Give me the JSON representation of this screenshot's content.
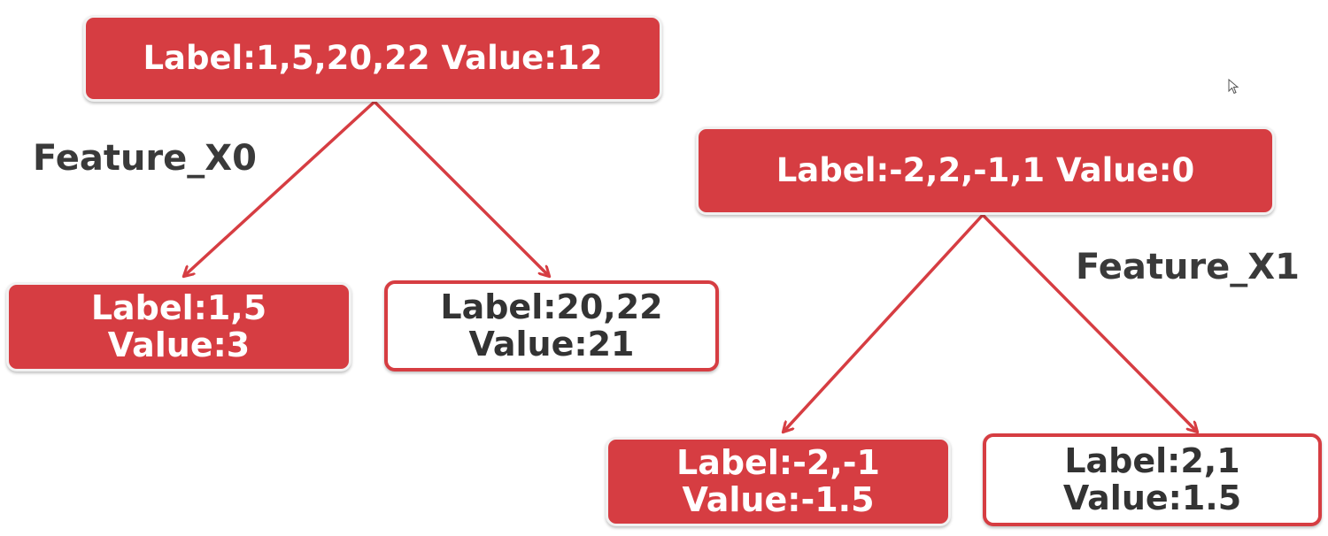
{
  "colors": {
    "node_red": "#d63d42",
    "edge_red": "#d63d42",
    "text_dark": "#333333"
  },
  "nodes": {
    "root1": {
      "line1": "Label:1,5,20,22 Value:12"
    },
    "root1_left": {
      "line1": "Label:1,5",
      "line2": "Value:3"
    },
    "root1_right": {
      "line1": "Label:20,22",
      "line2": "Value:21"
    },
    "root2": {
      "line1": "Label:-2,2,-1,1 Value:0"
    },
    "root2_left": {
      "line1": "Label:-2,-1",
      "line2": "Value:-1.5"
    },
    "root2_right": {
      "line1": "Label:2,1",
      "line2": "Value:1.5"
    }
  },
  "features": {
    "tree1": "Feature_X0",
    "tree2": "Feature_X1"
  },
  "icons": {
    "cursor": "mouse-pointer-icon"
  }
}
